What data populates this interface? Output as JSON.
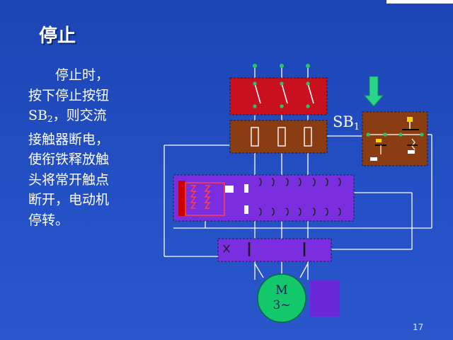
{
  "title": "停止",
  "text_lines": [
    "停止时，",
    "按下停止按钮",
    "SB",
    "2",
    "，则交流",
    "接触器断电，",
    "使衔铁释放触",
    "头将常开触点",
    "断开，电动机",
    "停转。"
  ],
  "diagram": {
    "button_label": "SB",
    "button_label_sub": "1",
    "motor_label_top": "M",
    "motor_label_bottom": "3~"
  },
  "page_number": "17",
  "colors": {
    "background": "#2350c4",
    "switch_block": "#c8101e",
    "fuse_block": "#8a3c12",
    "contactor_block": "#7b2ee0",
    "motor": "#12c86a",
    "arrow": "#2ad48a"
  }
}
